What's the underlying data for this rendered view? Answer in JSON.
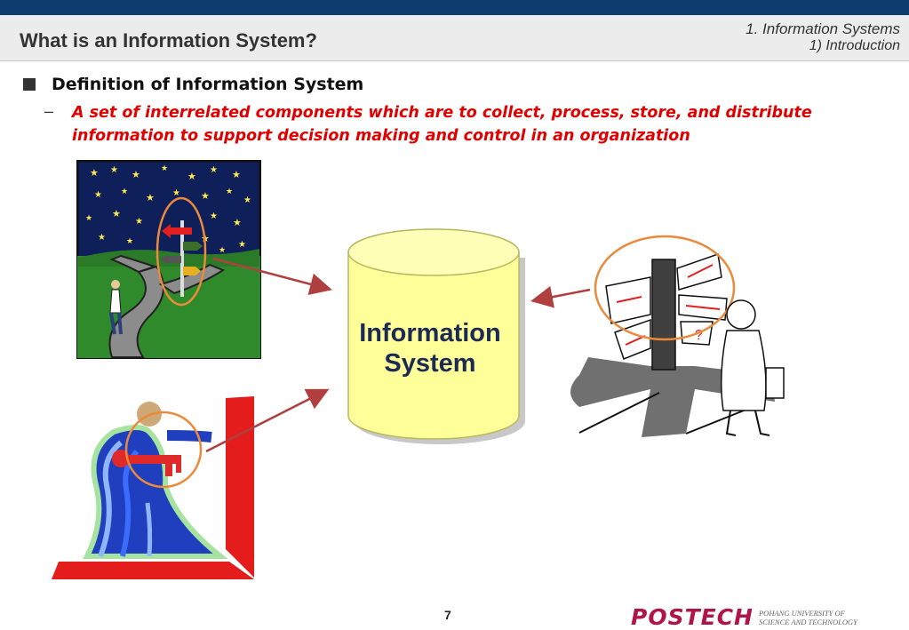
{
  "header": {
    "title": "What is an Information System?",
    "section_line1": "1. Information Systems",
    "section_line2": "1) Introduction"
  },
  "content": {
    "heading": "Definition of Information System",
    "dash": "–",
    "definition": "A set of interrelated components which are to collect, process, store, and distribute information to support decision making and control in an organization"
  },
  "diagram": {
    "cylinder_line1": "Information",
    "cylinder_line2": "System",
    "question_mark": "?"
  },
  "footer": {
    "page_number": "7",
    "logo_text": "POSTECH",
    "logo_sub1": "POHANG UNIVERSITY OF",
    "logo_sub2": "SCIENCE AND TECHNOLOGY"
  },
  "colors": {
    "topbar": "#0d3d6e",
    "definition_text": "#e10000",
    "cylinder_fill": "#ffff99",
    "arrow": "#b04040",
    "highlight_circle": "#ea8a3a",
    "logo": "#b0154a"
  }
}
